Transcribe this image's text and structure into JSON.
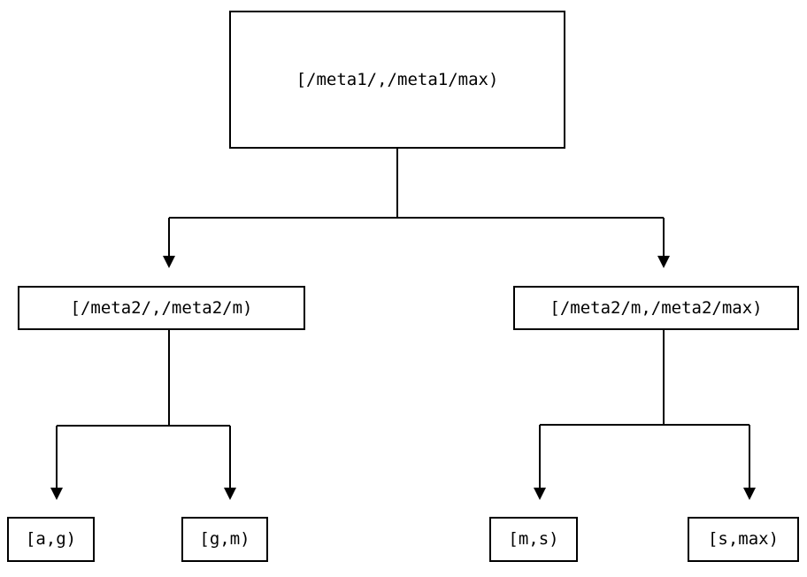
{
  "diagram": {
    "title": "interval-partition-tree",
    "type": "tree",
    "colors": {
      "stroke": "#000000",
      "node_fill": "#ffffff",
      "background": "#ffffff",
      "text": "#000000"
    },
    "nodes": {
      "root": {
        "id": "root",
        "label": "[/meta1/,/meta1/max)",
        "level": 0
      },
      "level2": [
        {
          "id": "l2-left",
          "label": "[/meta2/,/meta2/m)",
          "level": 1
        },
        {
          "id": "l2-right",
          "label": "[/meta2/m,/meta2/max)",
          "level": 1
        }
      ],
      "leaves": [
        {
          "id": "leaf-1",
          "label": "[a,g)",
          "level": 2,
          "parent": "l2-left"
        },
        {
          "id": "leaf-2",
          "label": "[g,m)",
          "level": 2,
          "parent": "l2-left"
        },
        {
          "id": "leaf-3",
          "label": "[m,s)",
          "level": 2,
          "parent": "l2-right"
        },
        {
          "id": "leaf-4",
          "label": "[s,max)",
          "level": 2,
          "parent": "l2-right"
        }
      ]
    },
    "edges": [
      {
        "from": "root",
        "to": "l2-left",
        "arrow": "down"
      },
      {
        "from": "root",
        "to": "l2-right",
        "arrow": "down"
      },
      {
        "from": "l2-left",
        "to": "leaf-1",
        "arrow": "down"
      },
      {
        "from": "l2-left",
        "to": "leaf-2",
        "arrow": "down"
      },
      {
        "from": "l2-right",
        "to": "leaf-3",
        "arrow": "down"
      },
      {
        "from": "l2-right",
        "to": "leaf-4",
        "arrow": "down"
      }
    ]
  }
}
